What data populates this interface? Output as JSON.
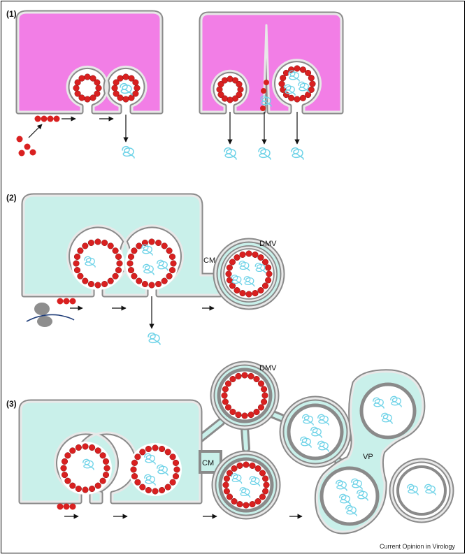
{
  "panels": [
    {
      "label": "(1)"
    },
    {
      "label": "(2)",
      "labels": {
        "cm": "CM",
        "dmv": "DMV"
      }
    },
    {
      "label": "(3)",
      "labels": {
        "cm": "CM",
        "dmv": "DMV",
        "vp": "VP"
      }
    }
  ],
  "footer": "Current Opinion in Virology",
  "colors": {
    "panel1_fill": "#f27ee6",
    "panel23_fill": "#c9f0ea",
    "membrane_outer": "#8a8a8a",
    "membrane_inner": "#e8e8e8",
    "protein": "#d92020",
    "rna": "#6fd3e8",
    "ribosome": "#8e8e8e"
  }
}
